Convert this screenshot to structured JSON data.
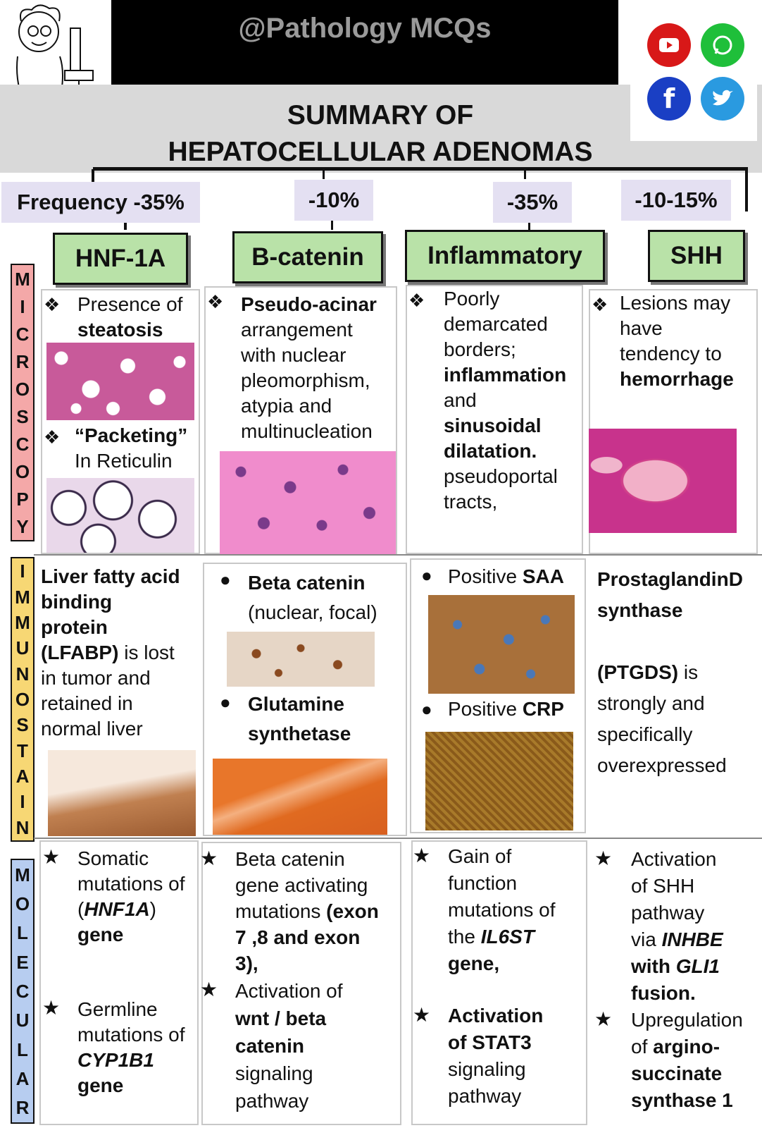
{
  "header": {
    "handle": "@Pathology MCQs",
    "title_line1": "SUMMARY OF",
    "title_line2": "HEPATOCELLULAR ADENOMAS",
    "social_icons": [
      "youtube-icon",
      "whatsapp-icon",
      "facebook-icon",
      "twitter-icon"
    ]
  },
  "frequencies": {
    "hnf1a": "Frequency -35%",
    "bcatenin": "-10%",
    "inflammatory": "-35%",
    "shh": "-10-15%"
  },
  "types": {
    "hnf1a": "HNF-1A",
    "bcatenin": "B-catenin",
    "inflammatory": "Inflammatory",
    "shh": "SHH"
  },
  "sections": {
    "microscopy": [
      "M",
      "I",
      "C",
      "R",
      "O",
      "S",
      "C",
      "O",
      "P",
      "Y"
    ],
    "immunostain": [
      "I",
      "M",
      "M",
      "U",
      "N",
      "O",
      "S",
      "T",
      "A",
      "I",
      "N"
    ],
    "molecular": [
      "M",
      "O",
      "L",
      "E",
      "C",
      "U",
      "L",
      "A",
      "R"
    ]
  },
  "microscopy": {
    "hnf1a": {
      "b1_pre": "Presence of",
      "b1_bold": "steatosis",
      "b2_bold": "“Packeting”",
      "b2_rest": "In Reticulin"
    },
    "bcatenin": {
      "bold": "Pseudo-acinar",
      "l1": "arrangement",
      "l2": "with nuclear",
      "l3": "pleomorphism,",
      "l4": "atypia and",
      "l5": "multinucleation"
    },
    "inflammatory": {
      "l1": "Poorly",
      "l2": "demarcated",
      "l3": "borders;",
      "b1": "inflammation",
      "l4": "and",
      "b2": "sinusoidal",
      "b3": "dilatation.",
      "l5": "pseudoportal",
      "l6": "tracts,"
    },
    "shh": {
      "l1": "Lesions may",
      "l2": "have",
      "l3": "tendency to",
      "b1": "hemorrhage"
    }
  },
  "immunostain": {
    "hnf1a": {
      "b1": "Liver fatty acid",
      "b2": "binding",
      "b3": "protein",
      "b4": "(LFABP)",
      "l4": " is lost",
      "l5": "in tumor and",
      "l6": "retained in",
      "l7": "normal liver"
    },
    "bcatenin": {
      "b1": "Beta catenin",
      "l1": "(nuclear, focal)",
      "b2": "Glutamine",
      "b3": "synthetase"
    },
    "inflammatory": {
      "p1": "Positive ",
      "b1": "SAA",
      "p2": "Positive ",
      "b2": "CRP"
    },
    "shh": {
      "b1": "ProstaglandinD",
      "b2": "synthase",
      "b3": "(PTGDS)",
      "l1": " is",
      "l2": "strongly and",
      "l3": "specifically",
      "l4": "overexpressed"
    }
  },
  "molecular": {
    "hnf1a": {
      "l1": "Somatic",
      "l2": "mutations of",
      "l3a": "(",
      "l3b": "HNF1A",
      "l3c": ")",
      "l4": "gene",
      "l5": "Germline",
      "l6": "mutations of",
      "l7": "CYP1B1",
      "l8": "gene"
    },
    "bcatenin": {
      "l1": "Beta catenin",
      "l2": "gene activating",
      "l3a": "mutations ",
      "l3b": "(exon",
      "l4": "7 ,8 and exon",
      "l5": "3),",
      "l6": "Activation of",
      "l7": "wnt / beta",
      "l8": "catenin",
      "l9": "signaling",
      "l10": "pathway"
    },
    "inflammatory": {
      "l1": "Gain of",
      "l2": "function",
      "l3": "mutations of",
      "l4a": "the ",
      "l4b": "IL6ST",
      "l5": "gene,",
      "l6": "Activation",
      "l7": "of STAT3",
      "l8": "signaling",
      "l9": "pathway"
    },
    "shh": {
      "l1": "Activation",
      "l2": "of SHH",
      "l3": "pathway",
      "l4a": "via ",
      "l4b": "INHBE",
      "l5a": "with ",
      "l5b": "GLI1",
      "l6": "fusion.",
      "l7": "Upregulation",
      "l8a": "of ",
      "l8b": "argino-",
      "l9": "succinate",
      "l10": "synthase 1"
    }
  },
  "colors": {
    "microscopy_label": "#f4a8a8",
    "immunostain_label": "#f7d774",
    "molecular_label": "#b7cdf0",
    "type_box": "#b9e2a8",
    "frequency_box": "#e4e0f2"
  }
}
